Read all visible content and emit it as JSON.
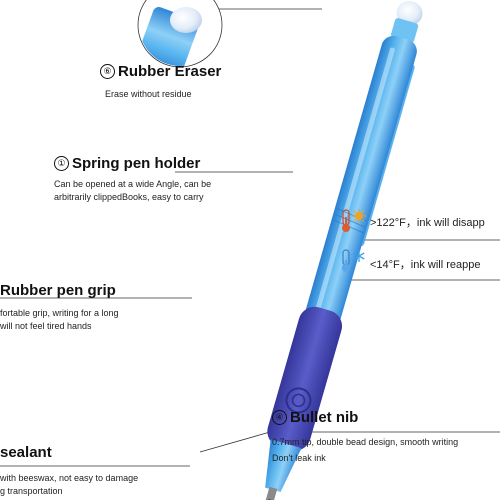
{
  "callouts": {
    "eraser": {
      "number": "⑥",
      "title": "Rubber Eraser",
      "description": "Erase without residue"
    },
    "spring": {
      "number": "①",
      "title": "Spring pen holder",
      "description": "Can be opened at a wide Angle, can be arbitrarily clippedBooks, easy to carry"
    },
    "grip": {
      "title": "Rubber pen grip",
      "description_line1": "fortable grip, writing for a long",
      "description_line2": "will not feel tired hands"
    },
    "sealant": {
      "title": "sealant",
      "description_line1": "with beeswax, not easy to damage",
      "description_line2": "g transportation"
    },
    "nib": {
      "number": "④",
      "title": "Bullet nib",
      "description_line1": "0.7mm tip, double bead design, smooth writing",
      "description_line2": "Don't leak ink"
    }
  },
  "temperature": {
    "hot": {
      "text": ">122°F，ink will disapp",
      "icon": "thermometer-sun-icon"
    },
    "cold": {
      "text": "<14°F，ink will reappe",
      "icon": "thermometer-snowflake-icon"
    }
  },
  "colors": {
    "barrel": "#3a9ee6",
    "barrel_light": "#8ed0f7",
    "grip": "#4d4fb8",
    "grip_dark": "#34369a",
    "hot": "#f4a21a",
    "cold": "#3aa0e8"
  }
}
